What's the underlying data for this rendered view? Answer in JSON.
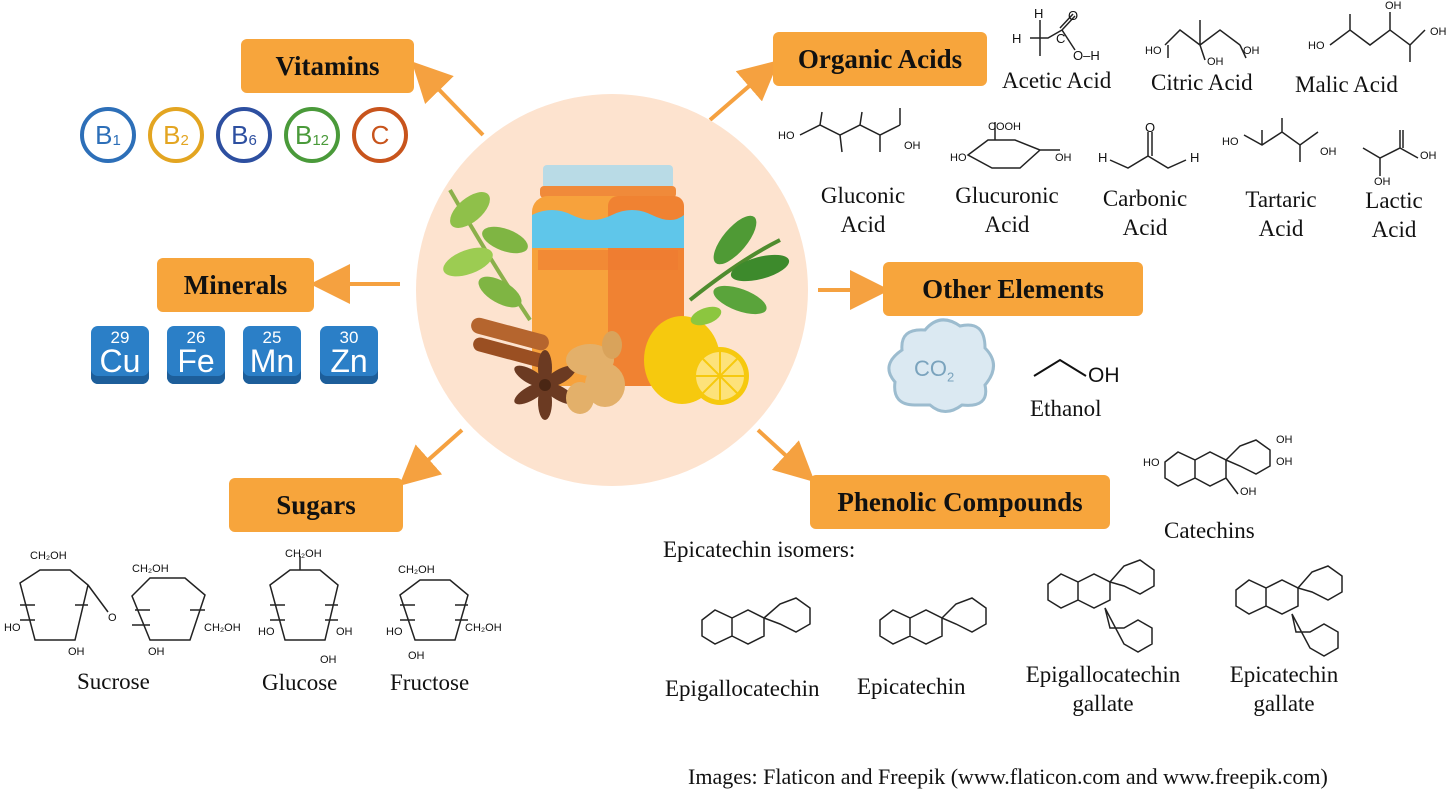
{
  "categories": {
    "vitamins": "Vitamins",
    "minerals": "Minerals",
    "sugars": "Sugars",
    "organic_acids": "Organic Acids",
    "other_elements": "Other Elements",
    "phenolic": "Phenolic Compounds"
  },
  "vitamins": [
    {
      "main": "B",
      "sub": "1",
      "color": "#2d6fb8"
    },
    {
      "main": "B",
      "sub": "2",
      "color": "#e3a521"
    },
    {
      "main": "B",
      "sub": "6",
      "color": "#2d4fa0"
    },
    {
      "main": "B",
      "sub": "12",
      "color": "#4a9a3a"
    },
    {
      "main": "C",
      "sub": "",
      "color": "#c8541c"
    }
  ],
  "minerals": [
    {
      "number": "29",
      "symbol": "Cu"
    },
    {
      "number": "26",
      "symbol": "Fe"
    },
    {
      "number": "25",
      "symbol": "Mn"
    },
    {
      "number": "30",
      "symbol": "Zn"
    }
  ],
  "sugars": {
    "sucrose": "Sucrose",
    "glucose": "Glucose",
    "fructose": "Fructose"
  },
  "organic_acids": {
    "acetic": "Acetic Acid",
    "citric": "Citric Acid",
    "malic": "Malic Acid",
    "gluconic": [
      "Gluconic",
      "Acid"
    ],
    "glucuronic": [
      "Glucuronic",
      "Acid"
    ],
    "carbonic": [
      "Carbonic",
      "Acid"
    ],
    "tartaric": [
      "Tartaric",
      "Acid"
    ],
    "lactic": [
      "Lactic",
      "Acid"
    ]
  },
  "other_elements": {
    "co2_label": "CO",
    "co2_sub": "2",
    "ethanol": "Ethanol",
    "ethanol_oh": "OH"
  },
  "phenolic": {
    "catechins": "Catechins",
    "isomers_title": "Epicatechin isomers:",
    "egc": "Epigallocatechin",
    "ec": "Epicatechin",
    "egcg": [
      "Epigallocatechin",
      "gallate"
    ],
    "ecg": [
      "Epicatechin",
      "gallate"
    ]
  },
  "chem_text": {
    "oh": "OH",
    "ho": "HO",
    "ch2oh": "CH₂OH",
    "h": "H",
    "o": "O",
    "c": "C",
    "cooh": "COOH",
    "oh_h": "O–H"
  },
  "colors": {
    "box": "#f7a53c",
    "arrow": "#f5a140",
    "circle": "#fde3cf"
  },
  "caption": "Images: Flaticon and Freepik (www.flaticon.com and www.freepik.com)"
}
